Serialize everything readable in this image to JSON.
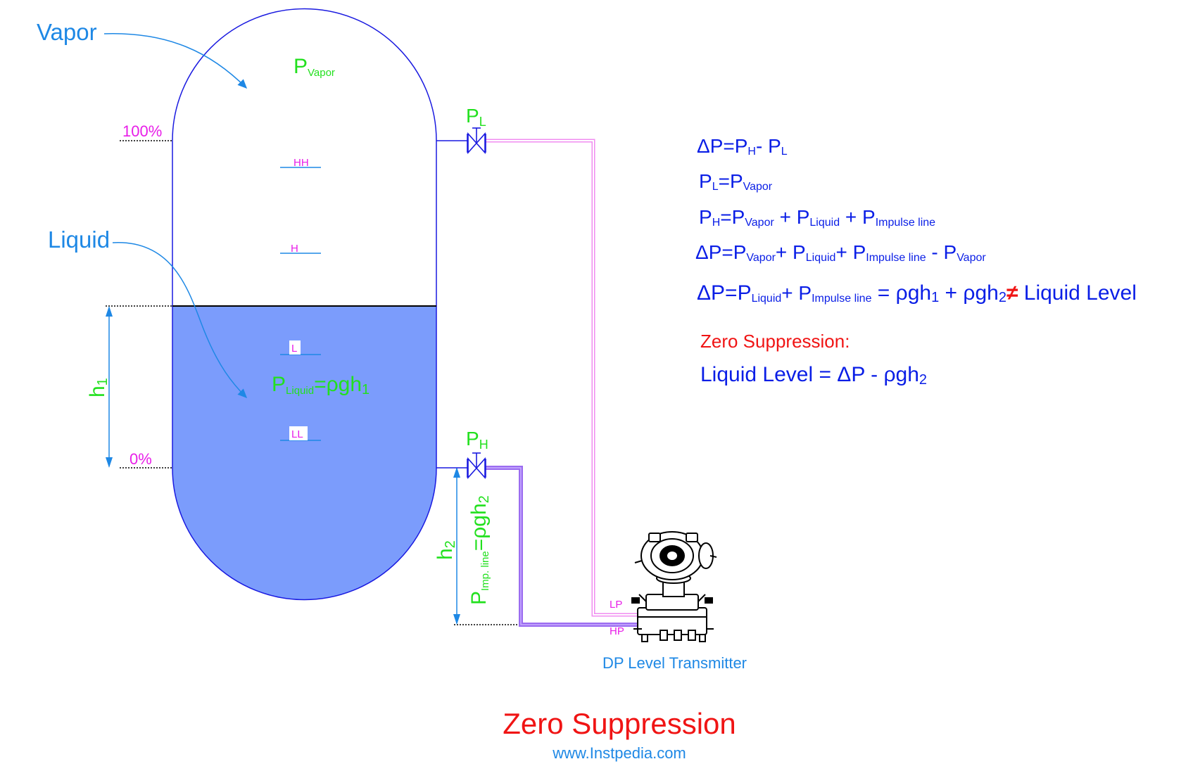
{
  "labels": {
    "vapor": "Vapor",
    "liquid": "Liquid",
    "p_vapor": {
      "main": "P",
      "sub": "Vapor"
    },
    "p_liquid": {
      "main": "P",
      "sub": "Liquid",
      "eq": "=ρgh",
      "eq_sub": "1"
    },
    "pct_100": "100%",
    "pct_0": "0%",
    "hh": "HH",
    "h": "H",
    "l": "L",
    "ll": "LL",
    "h1": {
      "main": "h",
      "sub": "1"
    },
    "h2": {
      "main": "h",
      "sub": "2"
    },
    "p_l": {
      "main": "P",
      "sub": "L"
    },
    "p_h": {
      "main": "P",
      "sub": "H"
    },
    "p_imp": {
      "main": "P",
      "sub": "Imp. line",
      "eq": "=ρgh",
      "eq_sub": "2"
    },
    "lp": "LP",
    "hp": "HP",
    "transmitter": "DP Level Transmitter"
  },
  "equations": {
    "eq1": {
      "a": "ΔP=P",
      "a_sub": "H",
      "b": "- P",
      "b_sub": "L"
    },
    "eq2": {
      "a": "P",
      "a_sub": "L",
      "b": "=P",
      "b_sub": "Vapor"
    },
    "eq3": {
      "a": "P",
      "a_sub": "H",
      "b": "=P",
      "b_sub": "Vapor",
      "c": " + P",
      "c_sub": "Liquid",
      "d": " + P",
      "d_sub": "Impulse line"
    },
    "eq4": {
      "a": "ΔP=P",
      "a_sub": "Vapor",
      "b": "+ P",
      "b_sub": "Liquid",
      "c": "+ P",
      "c_sub": "Impulse line",
      "d": " - P",
      "d_sub": "Vapor"
    },
    "eq5": {
      "a": "ΔP=P",
      "a_sub": "Liquid",
      "b": "+ P",
      "b_sub": "Impulse line",
      "c": " = ρgh",
      "c_sub": "1",
      "d": "  + ρgh",
      "d_sub": "2",
      "ne": "≠",
      "e": " Liquid Level"
    },
    "zs_title": "Zero Suppression:",
    "zs_formula": {
      "a": "Liquid Level = ΔP - ρgh",
      "a_sub": "2"
    }
  },
  "footer": {
    "title": "Zero Suppression",
    "url": "www.Instpedia.com"
  },
  "colors": {
    "vessel_outline": "#1a1ae0",
    "liquid_fill": "#7b9cfc",
    "label_blue": "#1e88e5",
    "label_green": "#22e01e",
    "label_magenta": "#e81ee8",
    "equation_blue": "#0a1ee6",
    "title_red": "#f01414",
    "impulse_line_lp": "#f08cf0",
    "impulse_line_hp": "#9b6cf0"
  }
}
